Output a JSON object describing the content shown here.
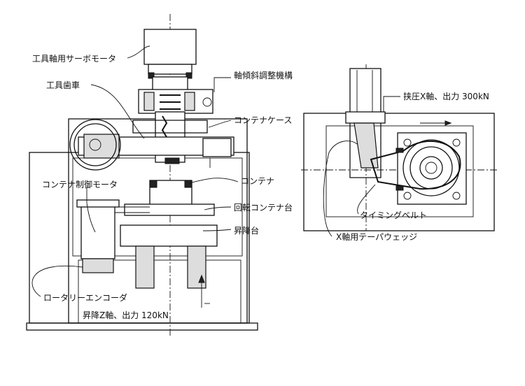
{
  "left_view": {
    "labels": {
      "tool_servo_motor": "工具軸用サーボモータ",
      "tool_gear": "工具歯車",
      "shaft_tilt_mechanism": "軸傾斜調整機構",
      "container_case": "コンテナケース",
      "container": "コンテナ",
      "container_control_motor": "コンテナ制御モータ",
      "rotary_container_table": "回転コンテナ台",
      "lift_table": "昇降台",
      "rotary_encoder": "ロータリーエンコーダ",
      "lift_z_axis": "昇降Z軸、出力 120kN"
    }
  },
  "right_view": {
    "labels": {
      "press_x_axis": "挟圧X軸、出力 300kN",
      "timing_belt": "タイミングベルト",
      "x_axis_taper_wedge": "X軸用テーパウェッジ"
    }
  }
}
